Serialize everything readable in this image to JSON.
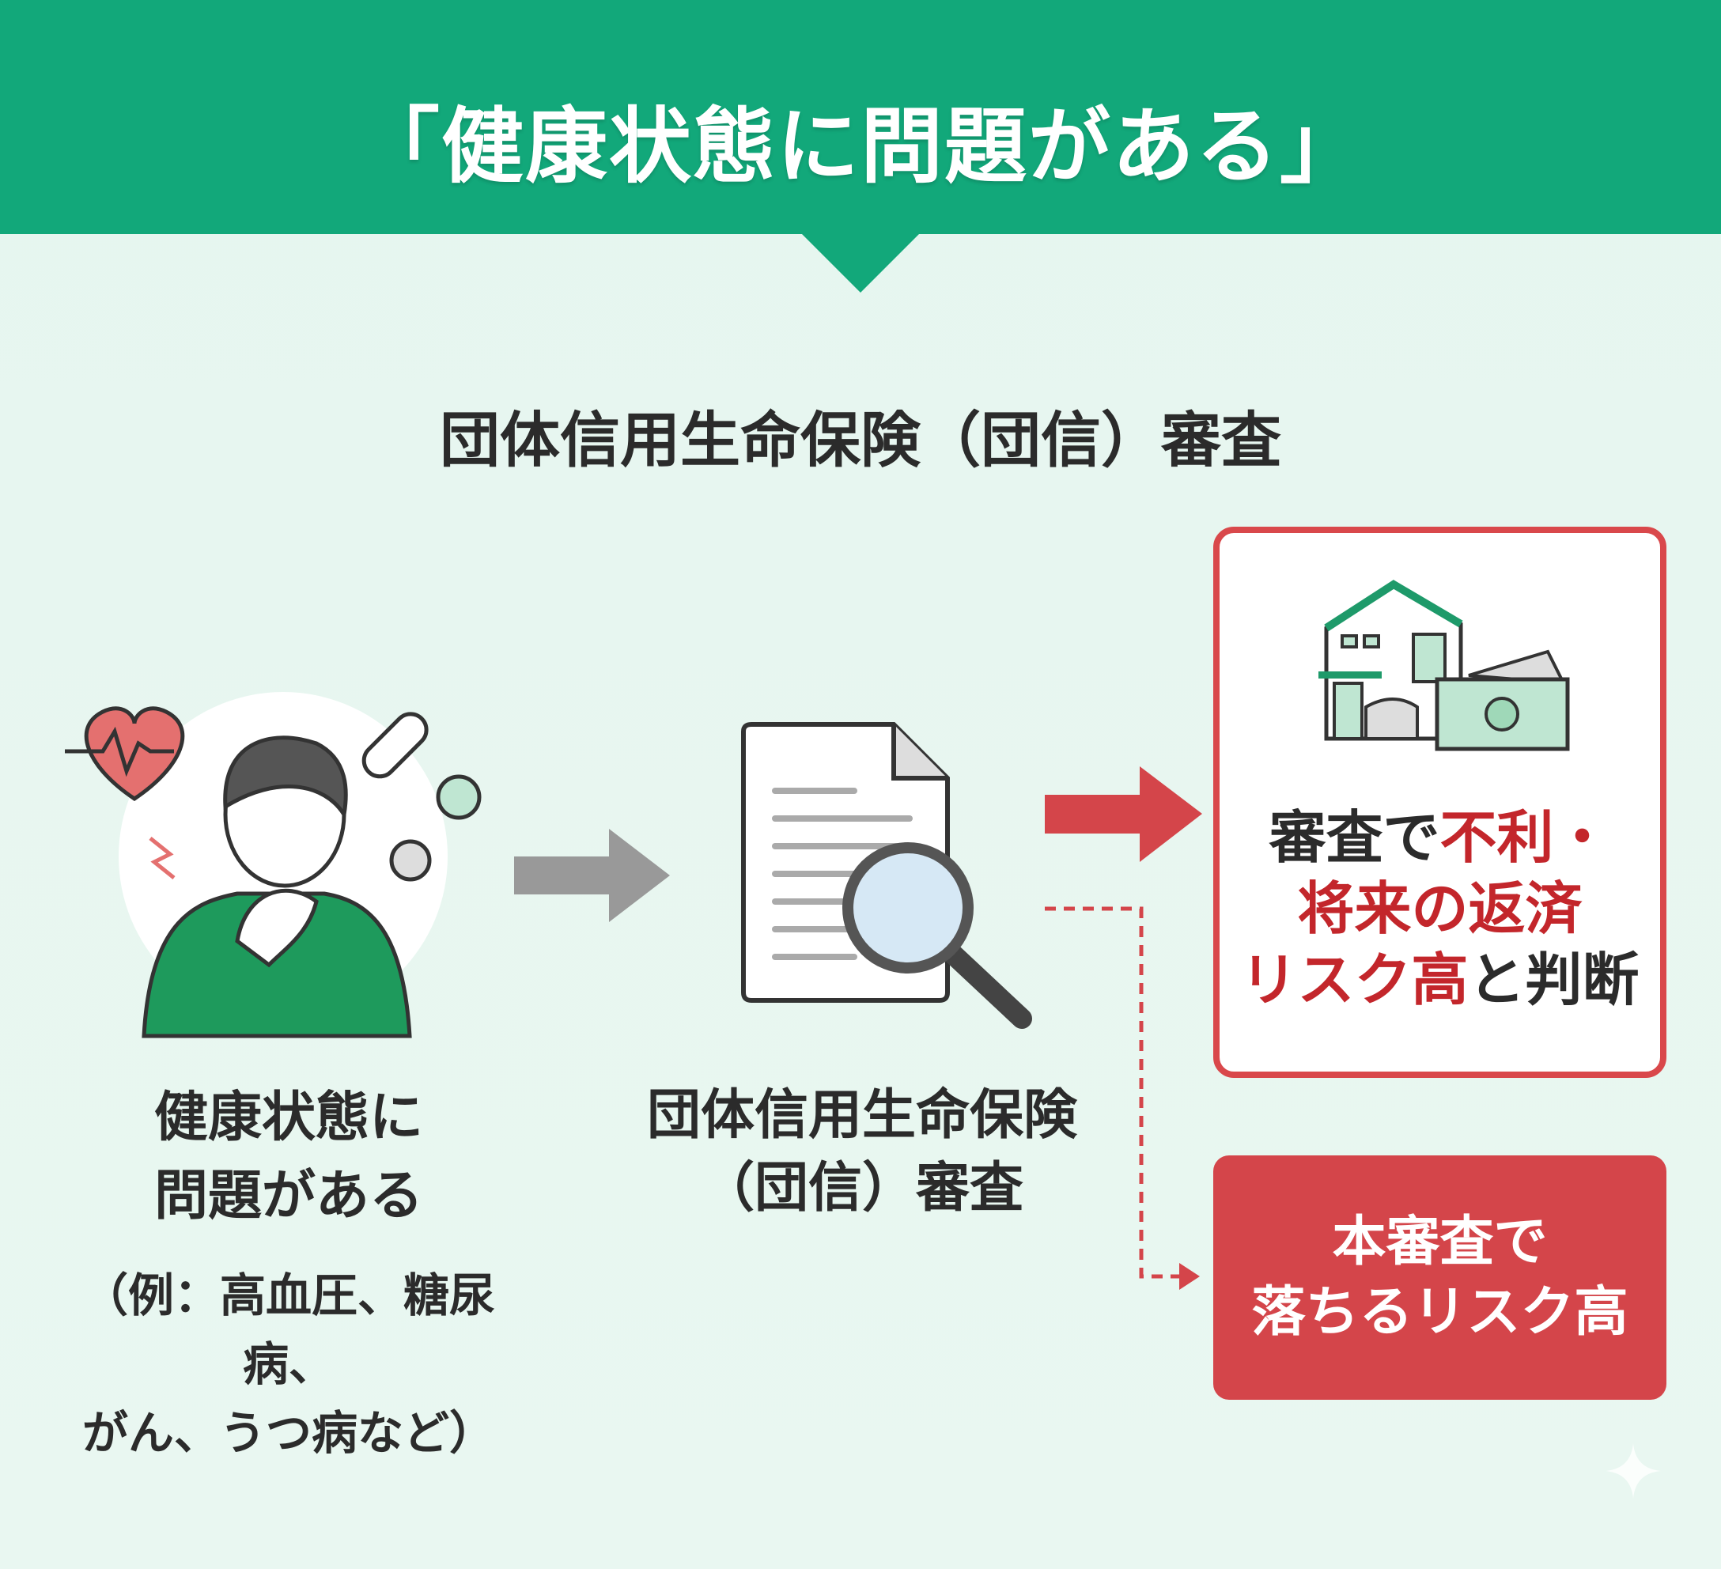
{
  "header": {
    "title": "「健康状態に問題がある」"
  },
  "subtitle": "団体信用生命保険（団信）審査",
  "left": {
    "lines": [
      "健康状態に",
      "問題がある"
    ],
    "note_lines": [
      "（例：高血圧、糖尿病、",
      "がん、うつ病など）"
    ]
  },
  "middle": {
    "lines": [
      "団体信用生命保険",
      "（団信）審査"
    ]
  },
  "result_box": {
    "line1_a": "審査で",
    "line1_b": "不利・",
    "line2": "将来の返済",
    "line3_a": "リスク高",
    "line3_b": "と判断"
  },
  "alert_box": {
    "lines": [
      "本審査で",
      "落ちるリスク高"
    ]
  },
  "colors": {
    "green": "#12a87a",
    "red": "#d4454a",
    "background": "#e6f6ef"
  }
}
